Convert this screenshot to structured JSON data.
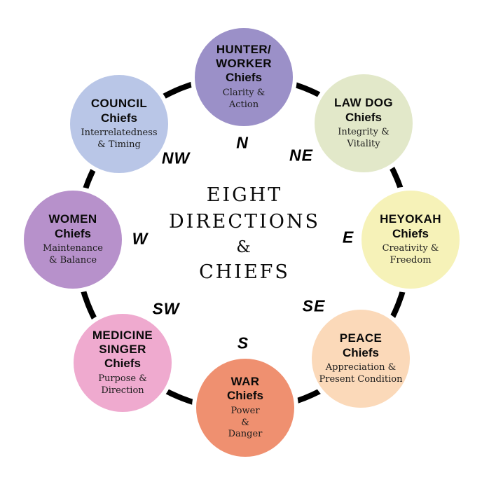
{
  "title": {
    "lines": [
      "EIGHT",
      "DIRECTIONS",
      "&",
      "CHIEFS"
    ]
  },
  "colors": {
    "background": "#ffffff",
    "ring": "#000000",
    "text": "#0a0a0a"
  },
  "directions": [
    {
      "label": "N"
    },
    {
      "label": "NE"
    },
    {
      "label": "E"
    },
    {
      "label": "SE"
    },
    {
      "label": "S"
    },
    {
      "label": "SW"
    },
    {
      "label": "W"
    },
    {
      "label": "NW"
    }
  ],
  "chiefs": [
    {
      "direction": "N",
      "title_lines": [
        "HUNTER/",
        "WORKER"
      ],
      "role": "Chiefs",
      "attributes_lines": [
        "Clarity &",
        "Action"
      ],
      "color": "#9b90c8"
    },
    {
      "direction": "NE",
      "title_lines": [
        "LAW DOG"
      ],
      "role": "Chiefs",
      "attributes_lines": [
        "Integrity &",
        "Vitality"
      ],
      "color": "#e2e8c9"
    },
    {
      "direction": "E",
      "title_lines": [
        "HEYOKAH"
      ],
      "role": "Chiefs",
      "attributes_lines": [
        "Creativity &",
        "Freedom"
      ],
      "color": "#f6f2b8"
    },
    {
      "direction": "SE",
      "title_lines": [
        "PEACE"
      ],
      "role": "Chiefs",
      "attributes_lines": [
        "Appreciation &",
        "Present Condition"
      ],
      "color": "#fbd9b9"
    },
    {
      "direction": "S",
      "title_lines": [
        "WAR"
      ],
      "role": "Chiefs",
      "attributes_lines": [
        "Power",
        "&",
        "Danger"
      ],
      "color": "#ef9070"
    },
    {
      "direction": "SW",
      "title_lines": [
        "MEDICINE",
        "SINGER"
      ],
      "role": "Chiefs",
      "attributes_lines": [
        "Purpose &",
        "Direction"
      ],
      "color": "#efaacf"
    },
    {
      "direction": "W",
      "title_lines": [
        "WOMEN"
      ],
      "role": "Chiefs",
      "attributes_lines": [
        "Maintenance",
        "& Balance"
      ],
      "color": "#b791cb"
    },
    {
      "direction": "NW",
      "title_lines": [
        "COUNCIL"
      ],
      "role": "Chiefs",
      "attributes_lines": [
        "Interrelatedness",
        "& Timing"
      ],
      "color": "#b9c6e7"
    }
  ]
}
